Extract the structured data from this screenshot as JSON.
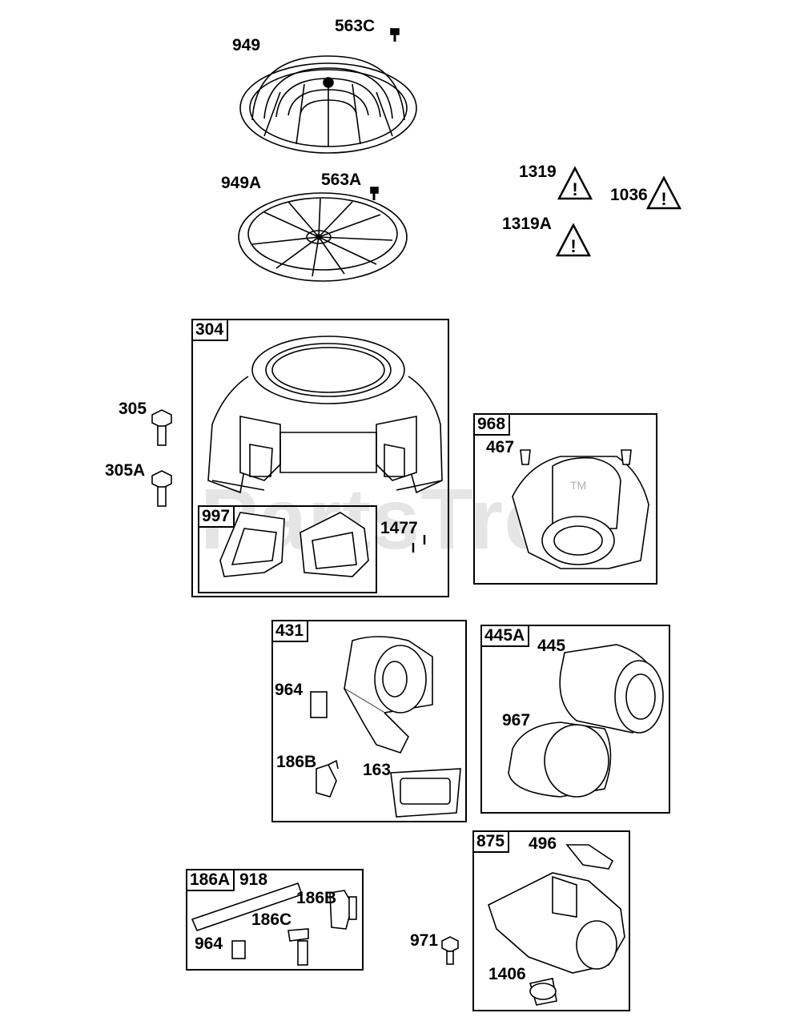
{
  "watermark": "PartsTree",
  "trademark": "TM",
  "labels": {
    "p949": "949",
    "p563c": "563C",
    "p563a": "563A",
    "p949a": "949A",
    "p1319": "1319",
    "p1319a": "1319A",
    "p1036": "1036",
    "p305": "305",
    "p305a": "305A",
    "p1477": "1477",
    "p467": "467",
    "p964a": "964",
    "p186b_a": "186B",
    "p163": "163",
    "p445": "445",
    "p967": "967",
    "p496": "496",
    "p1406": "1406",
    "p918": "918",
    "p186b_b": "186B",
    "p186c": "186C",
    "p964b": "964",
    "p971": "971"
  },
  "boxes": {
    "b304": "304",
    "b997": "997",
    "b968": "968",
    "b431": "431",
    "b445a": "445A",
    "b875": "875",
    "b186a": "186A"
  }
}
